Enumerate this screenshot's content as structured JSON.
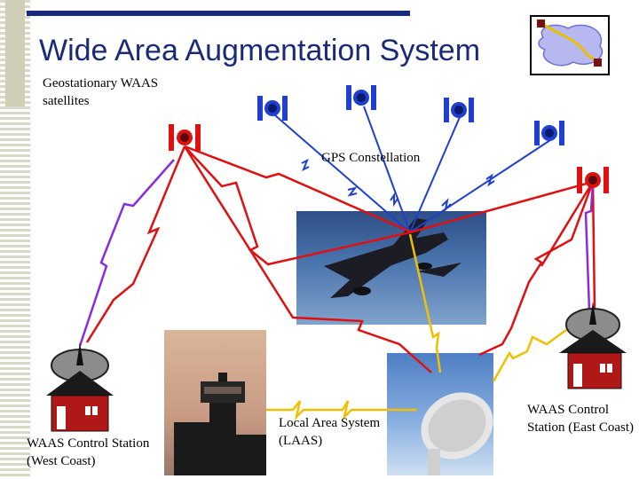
{
  "slide": {
    "title": "Wide Area Augmentation System"
  },
  "labels": {
    "geo_satellites": "Geostationary WAAS satellites",
    "gps_constellation": "GPS Constellation",
    "west_station": "WAAS Control Station (West Coast)",
    "east_station": "WAAS Control Station (East Coast)",
    "laas": "Local Area System (LAAS)"
  },
  "icons": {
    "logo": "waas-logo-icon",
    "gps_satellite": "gps-satellite-icon",
    "geo_satellite": "geo-satellite-icon",
    "ground_station": "ground-station-icon"
  },
  "colors": {
    "title": "#1a2a7a",
    "gps_signal": "#1f3fcf",
    "waas_signal": "#e01010",
    "uplink": "#8a2be2",
    "laas_signal": "#f0c000"
  }
}
